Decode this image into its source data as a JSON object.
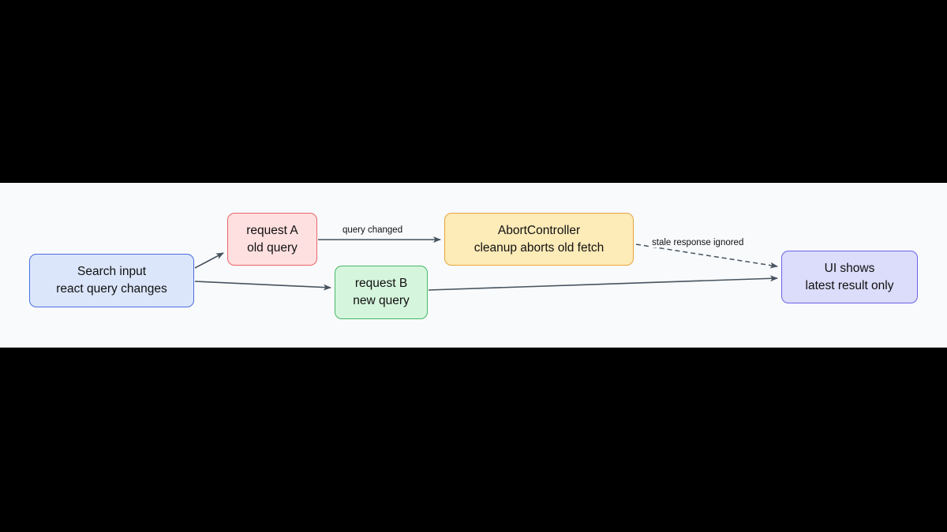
{
  "diagram": {
    "type": "flowchart",
    "background_color": "#f8fafc",
    "page_background_color": "#000000",
    "nodes": [
      {
        "id": "search-input",
        "line1": "Search input",
        "line2": "react query changes",
        "fill": "#dbe6fb",
        "stroke": "#4a6ee0"
      },
      {
        "id": "request-a",
        "line1": "request A",
        "line2": "old query",
        "fill": "#ffe0e0",
        "stroke": "#e8646a"
      },
      {
        "id": "request-b",
        "line1": "request B",
        "line2": "new query",
        "fill": "#d6f5dd",
        "stroke": "#48b866"
      },
      {
        "id": "abort-controller",
        "line1": "AbortController",
        "line2": "cleanup aborts old fetch",
        "fill": "#fdebb8",
        "stroke": "#e8a33d"
      },
      {
        "id": "ui-result",
        "line1": "UI shows",
        "line2": "latest result only",
        "fill": "#dcdcfb",
        "stroke": "#6a63e8"
      }
    ],
    "edges": [
      {
        "id": "search-to-request-a",
        "label": "",
        "style": "solid"
      },
      {
        "id": "search-to-request-b",
        "label": "",
        "style": "solid"
      },
      {
        "id": "request-a-to-abort",
        "label": "query changed",
        "style": "solid"
      },
      {
        "id": "abort-to-ui",
        "label": "stale response ignored",
        "style": "dashed"
      },
      {
        "id": "request-b-to-ui",
        "label": "",
        "style": "solid"
      }
    ],
    "edge_color": "#47535e"
  }
}
